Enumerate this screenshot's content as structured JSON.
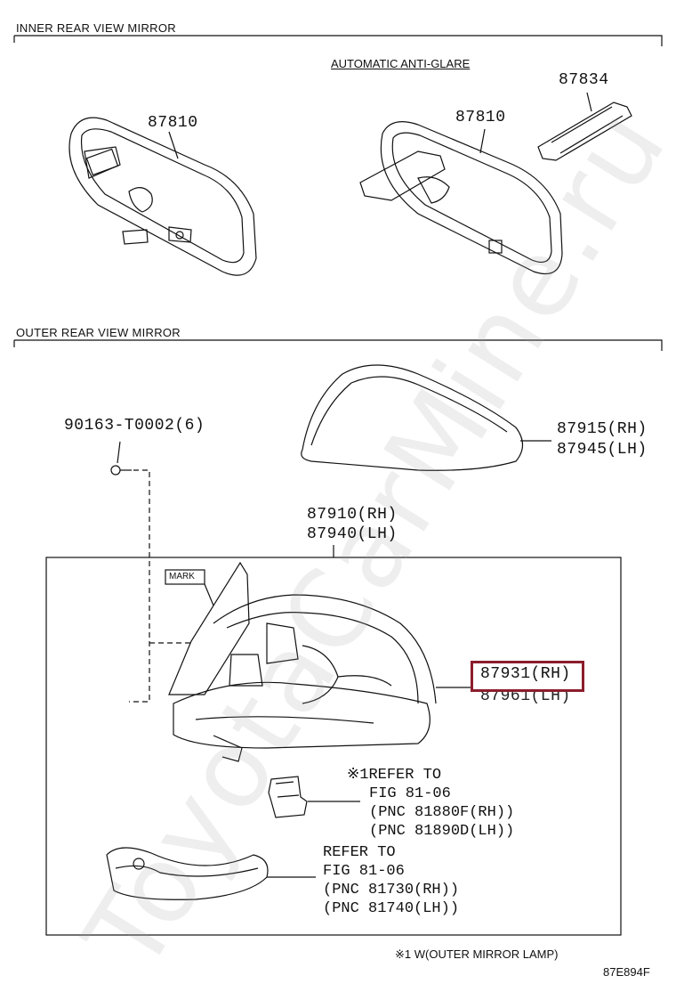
{
  "sections": {
    "inner_title": "INNER REAR VIEW MIRROR",
    "outer_title": "OUTER REAR VIEW MIRROR"
  },
  "inner": {
    "anti_glare_label": "AUTOMATIC ANTI-GLARE",
    "part_left": "87810",
    "part_right": "87810",
    "part_bracket": "87834"
  },
  "outer": {
    "bolt": "90163-T0002(6)",
    "cover_rh": "87915(RH)",
    "cover_lh": "87945(LH)",
    "mirror_rh": "87910(RH)",
    "mirror_lh": "87940(LH)",
    "mark_label": "MARK",
    "highlight_rh": "87931(RH)",
    "highlight_lh": "87961(LH)",
    "lamp_ref": [
      "※1REFER TO",
      "FIG 81-06",
      "(PNC 81880F(RH))",
      "(PNC 81890D(LH))"
    ],
    "turn_ref": [
      "REFER TO",
      "FIG 81-06",
      "(PNC 81730(RH))",
      "(PNC 81740(LH))"
    ],
    "footnote": "※1 W(OUTER MIRROR LAMP)",
    "figure_code": "87E894F"
  },
  "watermark": "ToyotaCarMine.ru",
  "colors": {
    "highlight": "#8b1d2c",
    "line": "#111111"
  }
}
